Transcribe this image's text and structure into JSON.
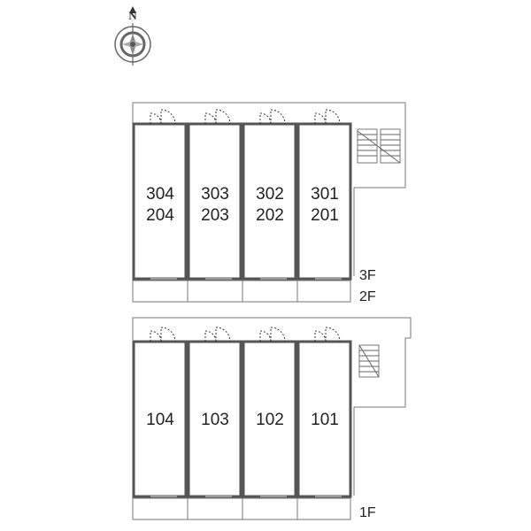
{
  "compass": {
    "north_label": "N",
    "icon": "compass-icon"
  },
  "upper_building": {
    "floor_labels": [
      "3F",
      "2F"
    ],
    "units": [
      {
        "upper": "304",
        "lower": "204"
      },
      {
        "upper": "303",
        "lower": "203"
      },
      {
        "upper": "302",
        "lower": "202"
      },
      {
        "upper": "301",
        "lower": "201"
      }
    ]
  },
  "lower_building": {
    "floor_labels": [
      "1F"
    ],
    "units": [
      {
        "number": "104"
      },
      {
        "number": "103"
      },
      {
        "number": "102"
      },
      {
        "number": "101"
      }
    ]
  }
}
